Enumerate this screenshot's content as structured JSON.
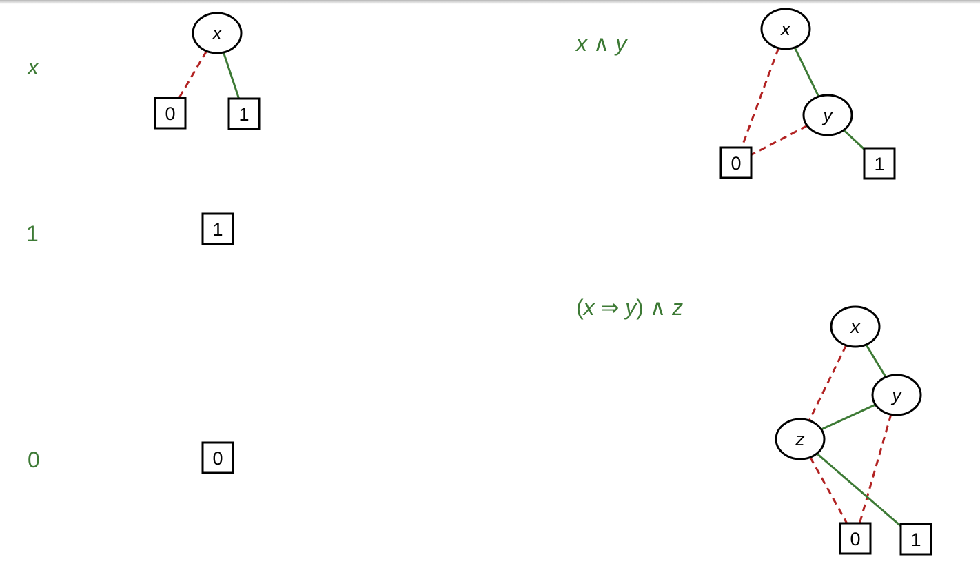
{
  "colors": {
    "formula": "#3d7a35",
    "low_edge": "#b22222",
    "high_edge": "#3d7a35",
    "node_stroke": "#000000"
  },
  "formulas": {
    "f1": {
      "parts": [
        {
          "t": "x",
          "it": true
        }
      ]
    },
    "f2": {
      "parts": [
        {
          "t": "1",
          "it": false
        }
      ]
    },
    "f3": {
      "parts": [
        {
          "t": "0",
          "it": false
        }
      ]
    },
    "f4": {
      "parts": [
        {
          "t": "x",
          "it": true
        },
        {
          "t": " ∧ ",
          "it": false
        },
        {
          "t": "y",
          "it": true
        }
      ]
    },
    "f5": {
      "parts": [
        {
          "t": "(",
          "it": false
        },
        {
          "t": "x",
          "it": true
        },
        {
          "t": " ⇒ ",
          "it": false
        },
        {
          "t": "y",
          "it": true
        },
        {
          "t": ") ∧ ",
          "it": false
        },
        {
          "t": "z",
          "it": true
        }
      ]
    }
  },
  "bdds": {
    "bdd1": {
      "nodes": [
        {
          "id": "x",
          "kind": "var",
          "label": "x"
        },
        {
          "id": "t0",
          "kind": "terminal",
          "label": "0"
        },
        {
          "id": "t1",
          "kind": "terminal",
          "label": "1"
        }
      ],
      "edges": [
        {
          "from": "x",
          "to": "t0",
          "type": "low"
        },
        {
          "from": "x",
          "to": "t1",
          "type": "high"
        }
      ]
    },
    "bdd2": {
      "nodes": [
        {
          "id": "t1",
          "kind": "terminal",
          "label": "1"
        }
      ],
      "edges": []
    },
    "bdd3": {
      "nodes": [
        {
          "id": "t0",
          "kind": "terminal",
          "label": "0"
        }
      ],
      "edges": []
    },
    "bdd4": {
      "nodes": [
        {
          "id": "x",
          "kind": "var",
          "label": "x"
        },
        {
          "id": "y",
          "kind": "var",
          "label": "y"
        },
        {
          "id": "t0",
          "kind": "terminal",
          "label": "0"
        },
        {
          "id": "t1",
          "kind": "terminal",
          "label": "1"
        }
      ],
      "edges": [
        {
          "from": "x",
          "to": "t0",
          "type": "low"
        },
        {
          "from": "x",
          "to": "y",
          "type": "high"
        },
        {
          "from": "y",
          "to": "t0",
          "type": "low"
        },
        {
          "from": "y",
          "to": "t1",
          "type": "high"
        }
      ]
    },
    "bdd5": {
      "nodes": [
        {
          "id": "x",
          "kind": "var",
          "label": "x"
        },
        {
          "id": "y",
          "kind": "var",
          "label": "y"
        },
        {
          "id": "z",
          "kind": "var",
          "label": "z"
        },
        {
          "id": "t0",
          "kind": "terminal",
          "label": "0"
        },
        {
          "id": "t1",
          "kind": "terminal",
          "label": "1"
        }
      ],
      "edges": [
        {
          "from": "x",
          "to": "z",
          "type": "low"
        },
        {
          "from": "x",
          "to": "y",
          "type": "high"
        },
        {
          "from": "y",
          "to": "t0",
          "type": "low"
        },
        {
          "from": "y",
          "to": "z",
          "type": "high"
        },
        {
          "from": "z",
          "to": "t0",
          "type": "low"
        },
        {
          "from": "z",
          "to": "t1",
          "type": "high"
        }
      ]
    }
  }
}
